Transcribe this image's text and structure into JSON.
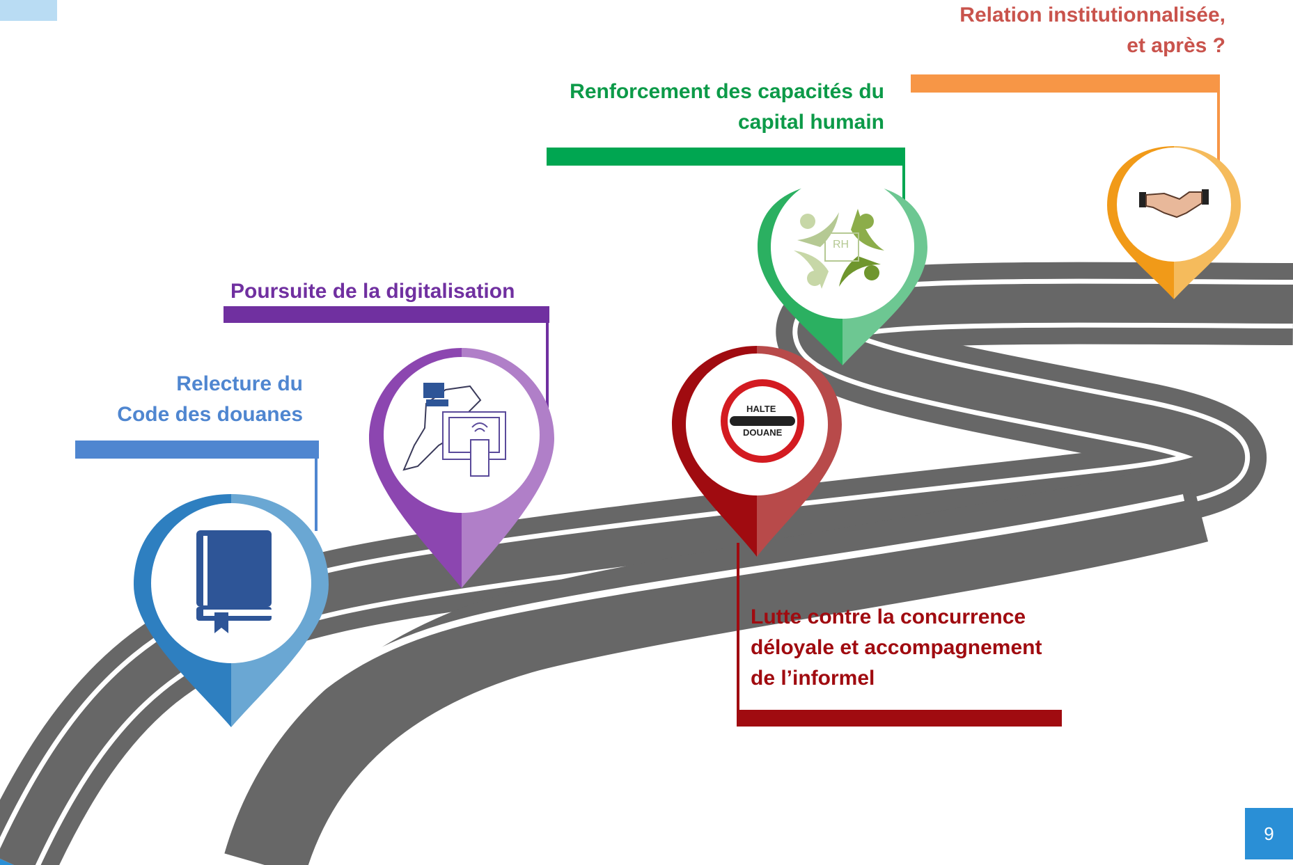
{
  "colors": {
    "code": "#4f86d0",
    "digital": "#7b35a5",
    "concurrence": "#a00b10",
    "capacites": "#0c9a48",
    "relation": "#c9534c",
    "road": "#676767",
    "page_badge": "#2a8fd6"
  },
  "milestones": [
    {
      "id": "code",
      "lines": [
        "Relecture du",
        "Code des douanes"
      ],
      "icon": "book-icon"
    },
    {
      "id": "digital",
      "lines": [
        "Poursuite de la digitalisation"
      ],
      "icon": "digital-services-icon"
    },
    {
      "id": "concurrence",
      "lines": [
        "Lutte contre la concurrence",
        "déloyale et accompagnement",
        "de l’informel"
      ],
      "icon": "customs-stop-sign-icon"
    },
    {
      "id": "capacites",
      "lines": [
        "Renforcement  des capacités du",
        "capital humain"
      ],
      "icon": "human-resources-icon"
    },
    {
      "id": "relation",
      "lines": [
        "Relation institutionnalisée,",
        "et après ?"
      ],
      "icon": "handshake-icon"
    }
  ],
  "stop_sign": {
    "top": "HALTE",
    "bottom": "DOUANE"
  },
  "hr_text": "RH",
  "page_number": "9"
}
